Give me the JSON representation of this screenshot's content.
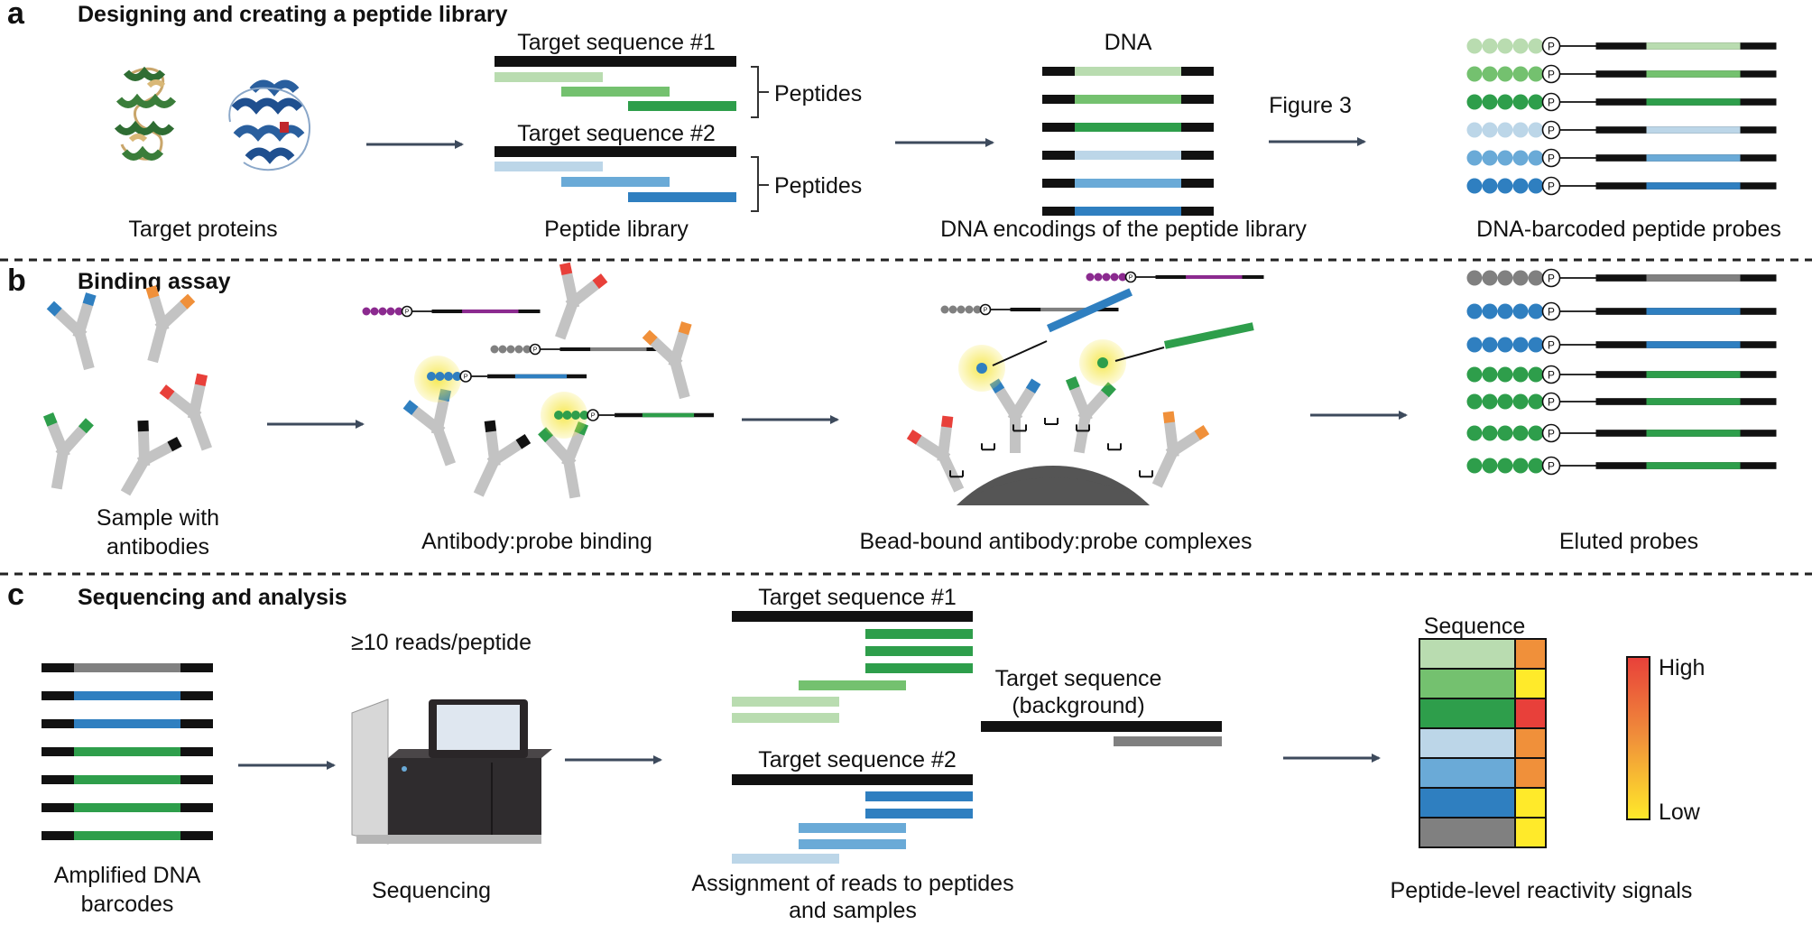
{
  "colors": {
    "green_light": "#b9dcb0",
    "green_mid": "#74c16f",
    "green_dark": "#2e9e4b",
    "blue_light": "#bcd6e8",
    "blue_mid": "#6aaad7",
    "blue_dark": "#2f7fc0",
    "purple": "#8b2a8f",
    "gray": "#808080",
    "arrow": "#3d4a5c",
    "bead": "#555555",
    "antibody": "#c3c3c3",
    "heat_high": "#e8403a",
    "heat_mid": "#f0903a",
    "heat_low": "#ffea2a",
    "halo": "#f5e642"
  },
  "panel_a": {
    "letter": "a",
    "title": "Designing and creating a peptide library",
    "target_proteins_label": "Target proteins",
    "target_seq1": "Target sequence #1",
    "target_seq2": "Target sequence #2",
    "peptides_label_1": "Peptides",
    "peptides_label_2": "Peptides",
    "peptide_library_label": "Peptide library",
    "dna_label": "DNA",
    "dna_encodings_label": "DNA encodings of the peptide library",
    "figure3_label": "Figure 3",
    "probes_label": "DNA-barcoded peptide probes",
    "phosphate_symbol": "P"
  },
  "panel_b": {
    "letter": "b",
    "title": "Binding assay",
    "sample_label_1": "Sample with",
    "sample_label_2": "antibodies",
    "binding_label": "Antibody:probe binding",
    "bead_label": "Bead-bound antibody:probe complexes",
    "eluted_label": "Eluted probes"
  },
  "panel_c": {
    "letter": "c",
    "title": "Sequencing and analysis",
    "reads_label": "≥10 reads/peptide",
    "amplified_label_1": "Amplified DNA",
    "amplified_label_2": "barcodes",
    "sequencing_label": "Sequencing",
    "target_seq1": "Target sequence #1",
    "target_seq2": "Target sequence #2",
    "background_label_1": "Target sequence",
    "background_label_2": "(background)",
    "assignment_label_1": "Assignment of reads to peptides",
    "assignment_label_2": "and samples",
    "sequence_header": "Sequence",
    "high_label": "High",
    "low_label": "Low",
    "reactivity_label": "Peptide-level reactivity signals"
  }
}
